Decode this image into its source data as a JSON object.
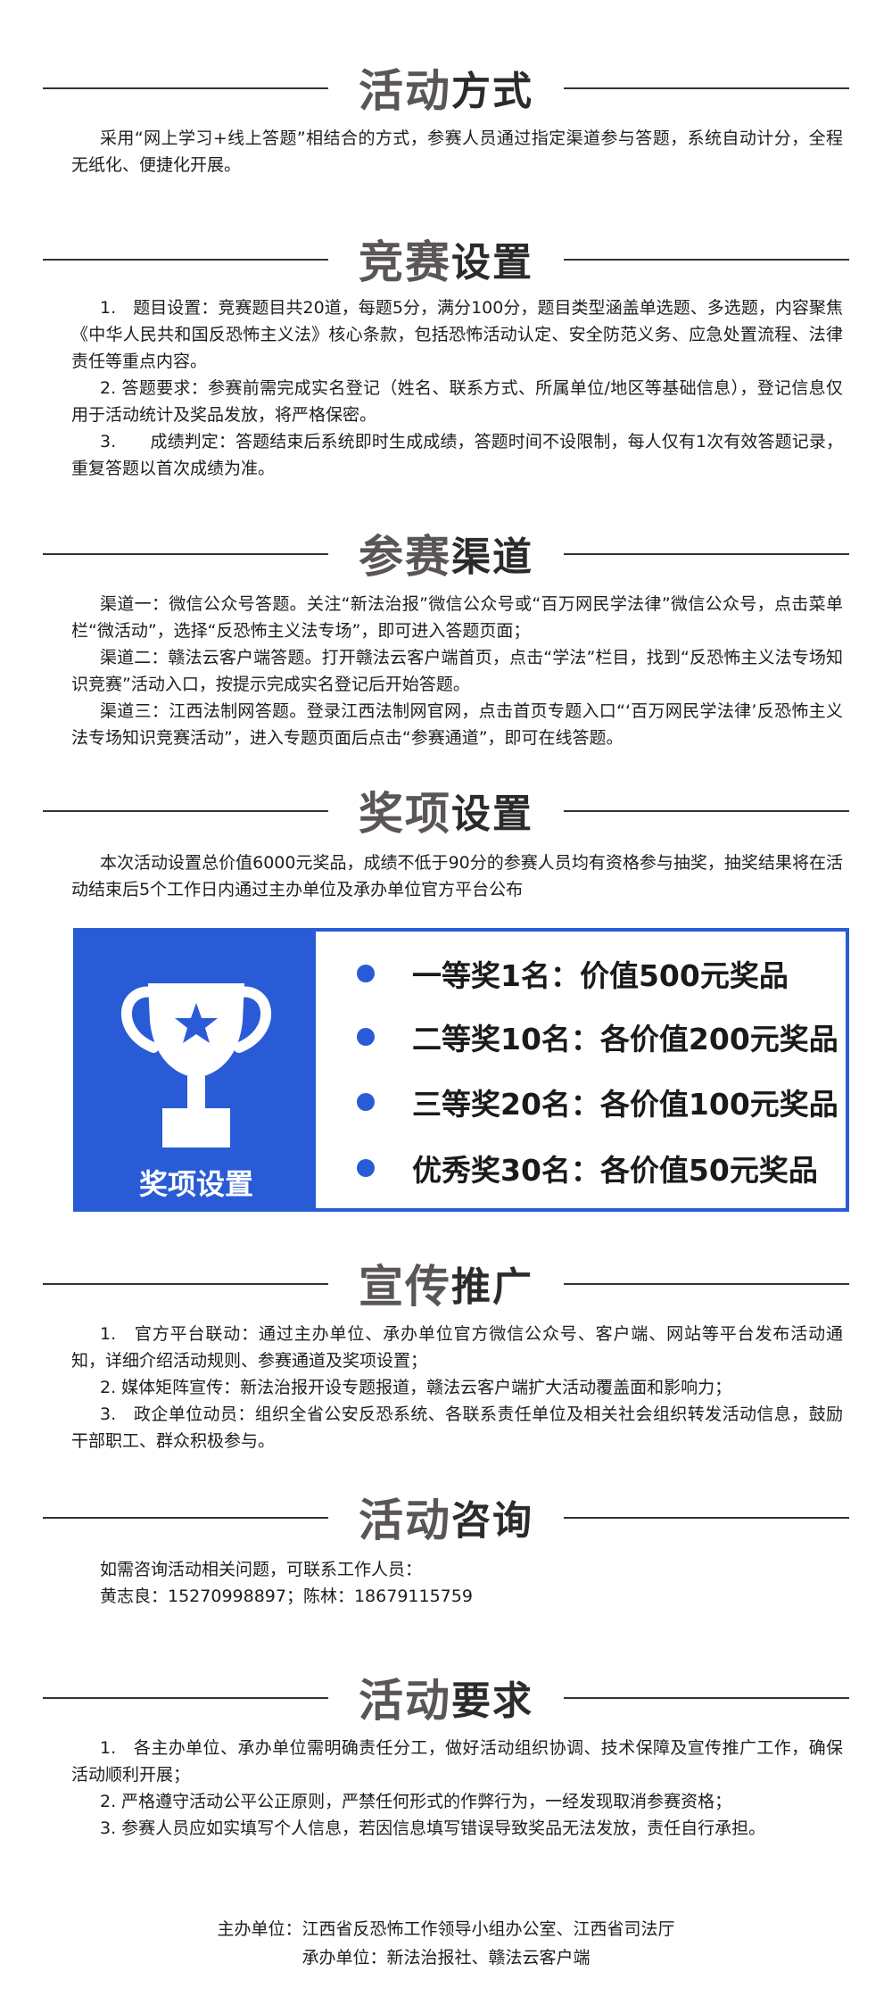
{
  "sections": {
    "s1": {
      "title_a": "活动",
      "title_b": "方式",
      "paras": [
        "采用“网上学习+线上答题”相结合的方式，参赛人员通过指定渠道参与答题，系统自动计分，全程无纸化、便捷化开展。"
      ]
    },
    "s2": {
      "title_a": "竞赛",
      "title_b": "设置",
      "paras": [
        "1.　题目设置：竞赛题目共20道，每题5分，满分100分，题目类型涵盖单选题、多选题，内容聚焦《中华人民共和国反恐怖主义法》核心条款，包括恐怖活动认定、安全防范义务、应急处置流程、法律责任等重点内容。",
        "2. 答题要求：参赛前需完成实名登记（姓名、联系方式、所属单位/地区等基础信息），登记信息仅用于活动统计及奖品发放，将严格保密。",
        "3.　　成绩判定：答题结束后系统即时生成成绩，答题时间不设限制，每人仅有1次有效答题记录，重复答题以首次成绩为准。"
      ]
    },
    "s3": {
      "title_a": "参赛",
      "title_b": "渠道",
      "paras": [
        "渠道一：微信公众号答题。关注“新法治报”微信公众号或“百万网民学法律”微信公众号，点击菜单栏“微活动”，选择“反恐怖主义法专场”，即可进入答题页面；",
        "渠道二：赣法云客户端答题。打开赣法云客户端首页，点击“学法”栏目，找到“反恐怖主义法专场知识竞赛”活动入口，按提示完成实名登记后开始答题。",
        "渠道三：江西法制网答题。登录江西法制网官网，点击首页专题入口“‘百万网民学法律’反恐怖主义法专场知识竞赛活动”，进入专题页面后点击“参赛通道”，即可在线答题。"
      ]
    },
    "s4": {
      "title_a": "奖项",
      "title_b": "设置",
      "paras": [
        "本次活动设置总价值6000元奖品，成绩不低于90分的参赛人员均有资格参与抽奖，抽奖结果将在活动结束后5个工作日内通过主办单位及承办单位官方平台公布"
      ]
    },
    "s5": {
      "title_a": "宣传",
      "title_b": "推广",
      "paras": [
        "1.　官方平台联动：通过主办单位、承办单位官方微信公众号、客户端、网站等平台发布活动通知，详细介绍活动规则、参赛通道及奖项设置；",
        "2. 媒体矩阵宣传：新法治报开设专题报道，赣法云客户端扩大活动覆盖面和影响力；",
        "3.　政企单位动员：组织全省公安反恐系统、各联系责任单位及相关社会组织转发活动信息，鼓励干部职工、群众积极参与。"
      ]
    },
    "s6": {
      "title_a": "活动",
      "title_b": "咨询",
      "paras": [
        "如需咨询活动相关问题，可联系工作人员：",
        "黄志良：15270998897；陈林：18679115759"
      ]
    },
    "s7": {
      "title_a": "活动",
      "title_b": "要求",
      "paras": [
        "1.　各主办单位、承办单位需明确责任分工，做好活动组织协调、技术保障及宣传推广工作，确保活动顺利开展；",
        "2. 严格遵守活动公平公正原则，严禁任何形式的作弊行为，一经发现取消参赛资格；",
        "3. 参赛人员应如实填写个人信息，若因信息填写错误导致奖品无法发放，责任自行承担。"
      ]
    }
  },
  "prize_box": {
    "label": "奖项设置",
    "items": [
      "一等奖1名：价值500元奖品",
      "二等奖10名：各价值200元奖品",
      "三等奖20名：各价值100元奖品",
      "优秀奖30名：各价值50元奖品"
    ],
    "icon": "trophy-icon",
    "accent": "#2a5bd7"
  },
  "footer": {
    "organizer": "主办单位：江西省反恐怖工作领导小组办公室、江西省司法厅",
    "co_organizer": "承办单位：新法治报社、赣法云客户端"
  }
}
